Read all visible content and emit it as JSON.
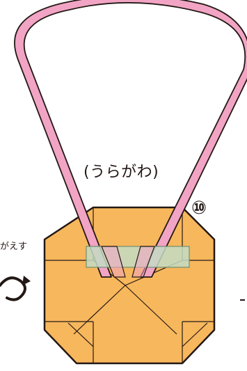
{
  "labels": {
    "back_side": "(うらがわ)",
    "step_number": "⑩",
    "flip_text": "がえす"
  },
  "colors": {
    "paper_orange": "#f7b75c",
    "ribbon_pink": "#f2a4c4",
    "tape": "#c3dcc4",
    "outline": "#231815"
  }
}
